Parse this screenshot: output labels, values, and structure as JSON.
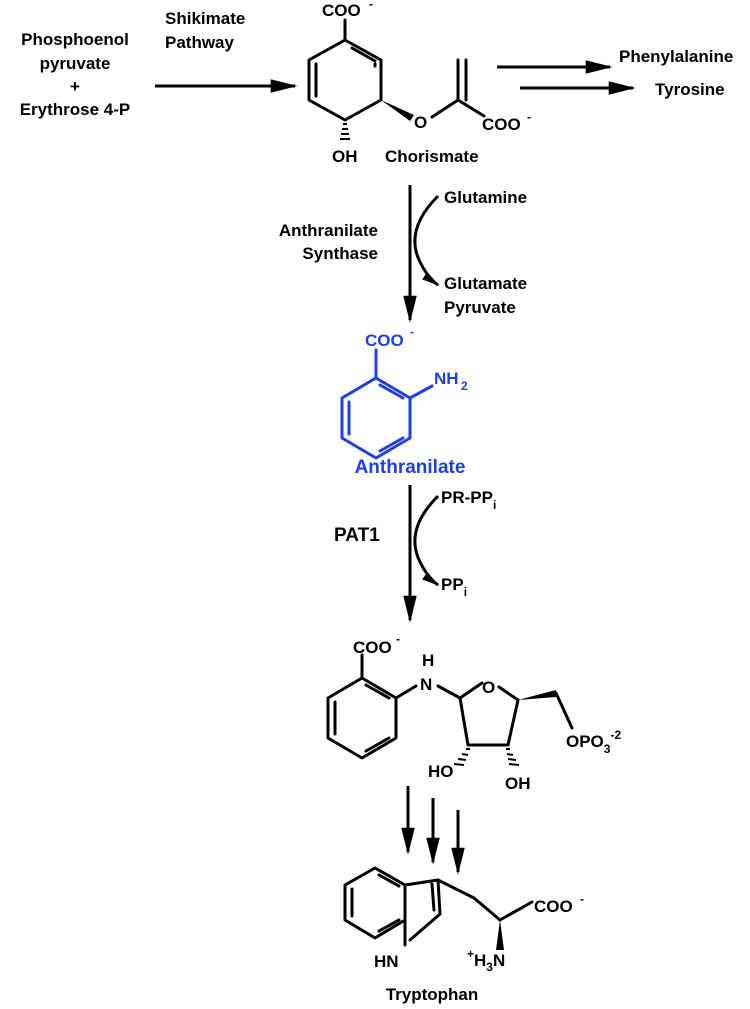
{
  "substrates": {
    "line1": "Phosphoenol",
    "line2": "pyruvate",
    "plus": "+",
    "line3": "Erythrose 4-P"
  },
  "shikimate": {
    "line1": "Shikimate",
    "line2": "Pathway"
  },
  "chorismate": {
    "name": "Chorismate",
    "coo_top": "COO",
    "coo_right": "COO",
    "o": "O",
    "oh": "OH",
    "charge": "-"
  },
  "products_top": {
    "phe": "Phenylalanine",
    "tyr": "Tyrosine"
  },
  "step1": {
    "enzyme_line1": "Anthranilate",
    "enzyme_line2": "Synthase",
    "in": "Glutamine",
    "out1": "Glutamate",
    "out2": "Pyruvate"
  },
  "anthranilate": {
    "name": "Anthranilate",
    "coo": "COO",
    "nh2": "NH",
    "sub2": "2",
    "charge": "-"
  },
  "step2": {
    "enzyme": "PAT1",
    "in_main": "PR-PP",
    "in_sub": "i",
    "out_main": "PP",
    "out_sub": "i"
  },
  "intermediate": {
    "coo": "COO",
    "charge": "-",
    "h": "H",
    "n": "N",
    "o": "O",
    "oh1": "HO",
    "oh2": "OH",
    "phos": "OPO",
    "phos_sub": "3",
    "phos_sup": "-2"
  },
  "tryptophan": {
    "name": "Tryptophan",
    "coo": "COO",
    "charge": "-",
    "hn": "HN",
    "amine_plus": "+",
    "amine": "H",
    "amine_sub": "3",
    "amine_n": "N"
  },
  "colors": {
    "highlight": "#1f3fe0",
    "ink": "#000000"
  }
}
